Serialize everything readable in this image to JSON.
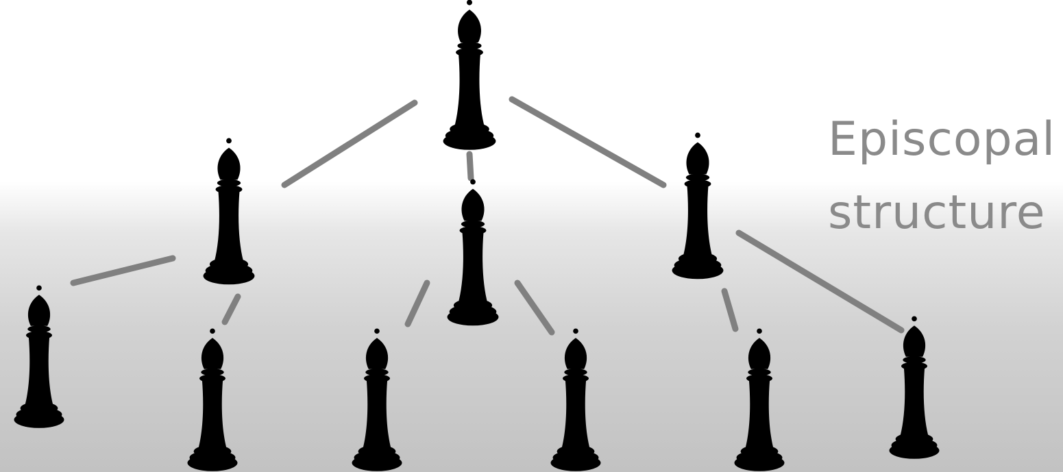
{
  "diagram": {
    "title_lines": [
      "Episcopal",
      "structure"
    ],
    "node_icon": "bishop-chess-piece-icon",
    "connector_color": "#808080",
    "title_color": "#8a8a8a",
    "tree": {
      "root": "top-bishop",
      "children": {
        "top-bishop": [
          "left-bishop",
          "middle-bishop",
          "right-bishop"
        ],
        "left-bishop": [
          "bishop-bottom-1",
          "bishop-bottom-2"
        ],
        "middle-bishop": [
          "bishop-bottom-3",
          "bishop-bottom-4"
        ],
        "right-bishop": [
          "bishop-bottom-5",
          "bishop-bottom-6"
        ]
      }
    }
  }
}
